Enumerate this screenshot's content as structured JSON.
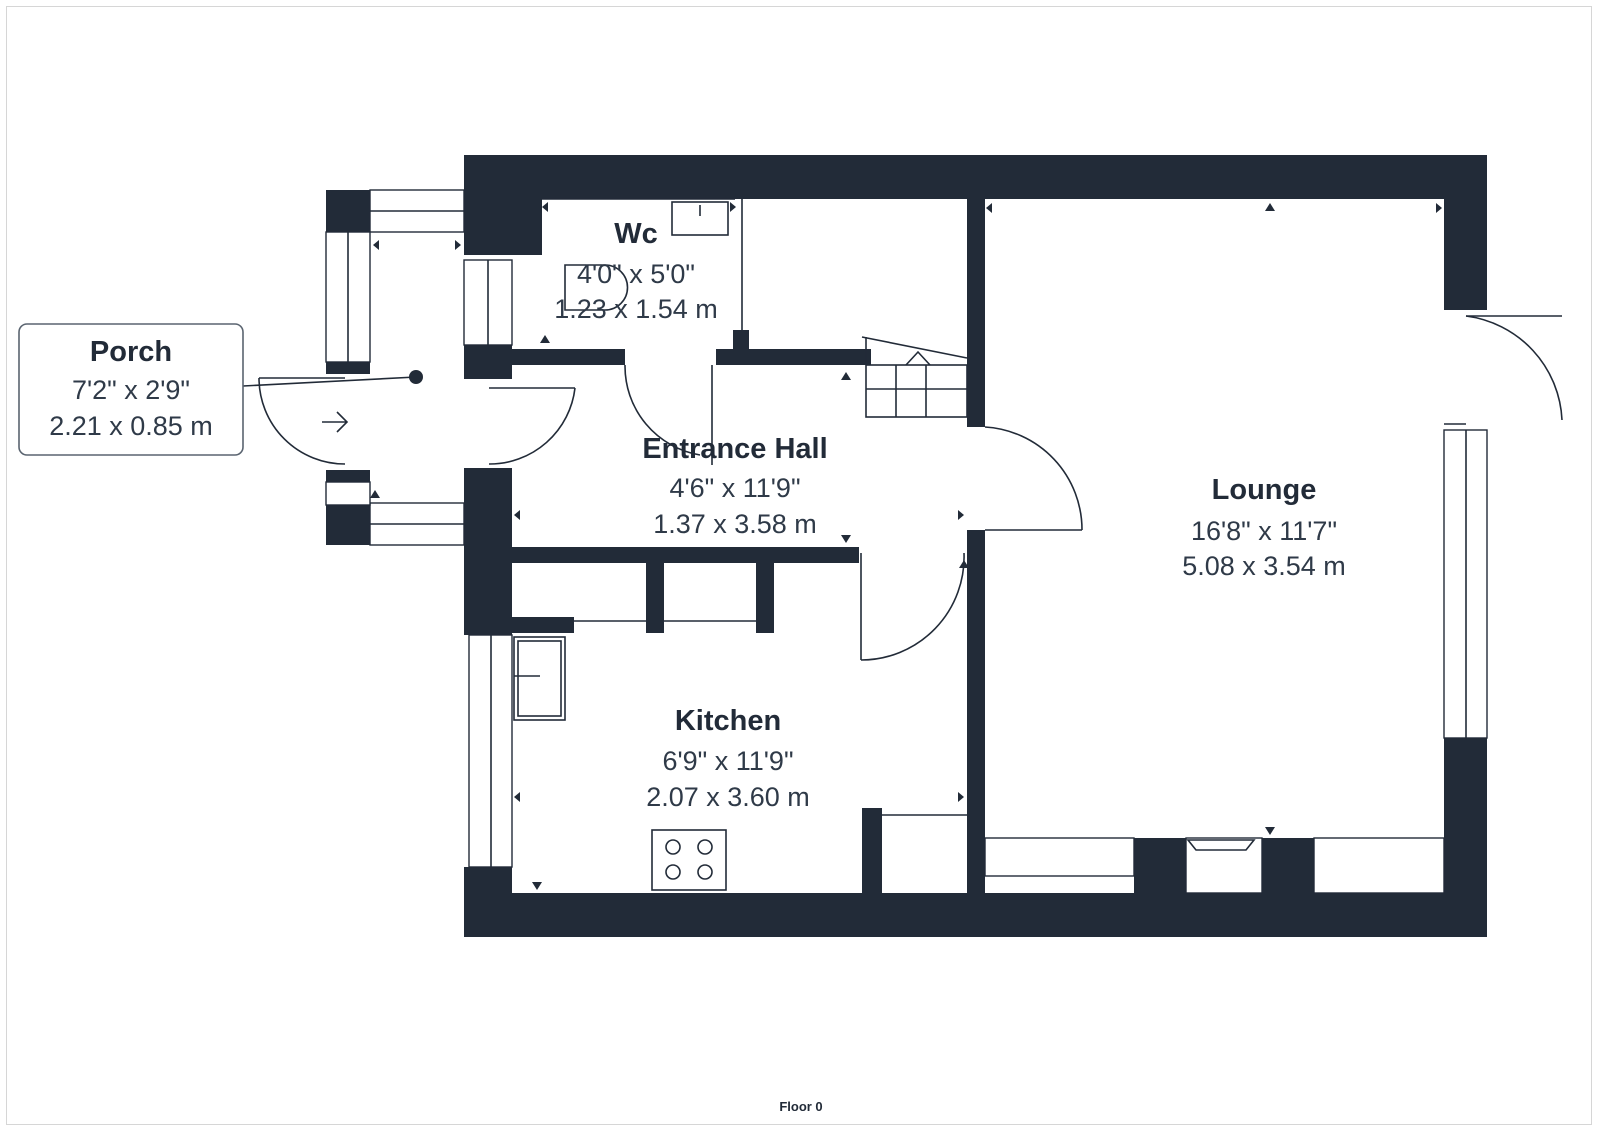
{
  "rooms": {
    "porch": {
      "name": "Porch",
      "imperial": "7'2\" x 2'9\"",
      "metric": "2.21 x 0.85 m"
    },
    "wc": {
      "name": "Wc",
      "imperial": "4'0\" x 5'0\"",
      "metric": "1.23 x 1.54 m"
    },
    "hall": {
      "name": "Entrance Hall",
      "imperial": "4'6\" x 11'9\"",
      "metric": "1.37 x 3.58 m"
    },
    "kitchen": {
      "name": "Kitchen",
      "imperial": "6'9\" x 11'9\"",
      "metric": "2.07 x 3.60 m"
    },
    "lounge": {
      "name": "Lounge",
      "imperial": "16'8\" x 11'7\"",
      "metric": "5.08 x 3.54 m"
    }
  },
  "floor_label": "Floor 0",
  "colors": {
    "wall": "#222b38",
    "background": "#ffffff"
  }
}
